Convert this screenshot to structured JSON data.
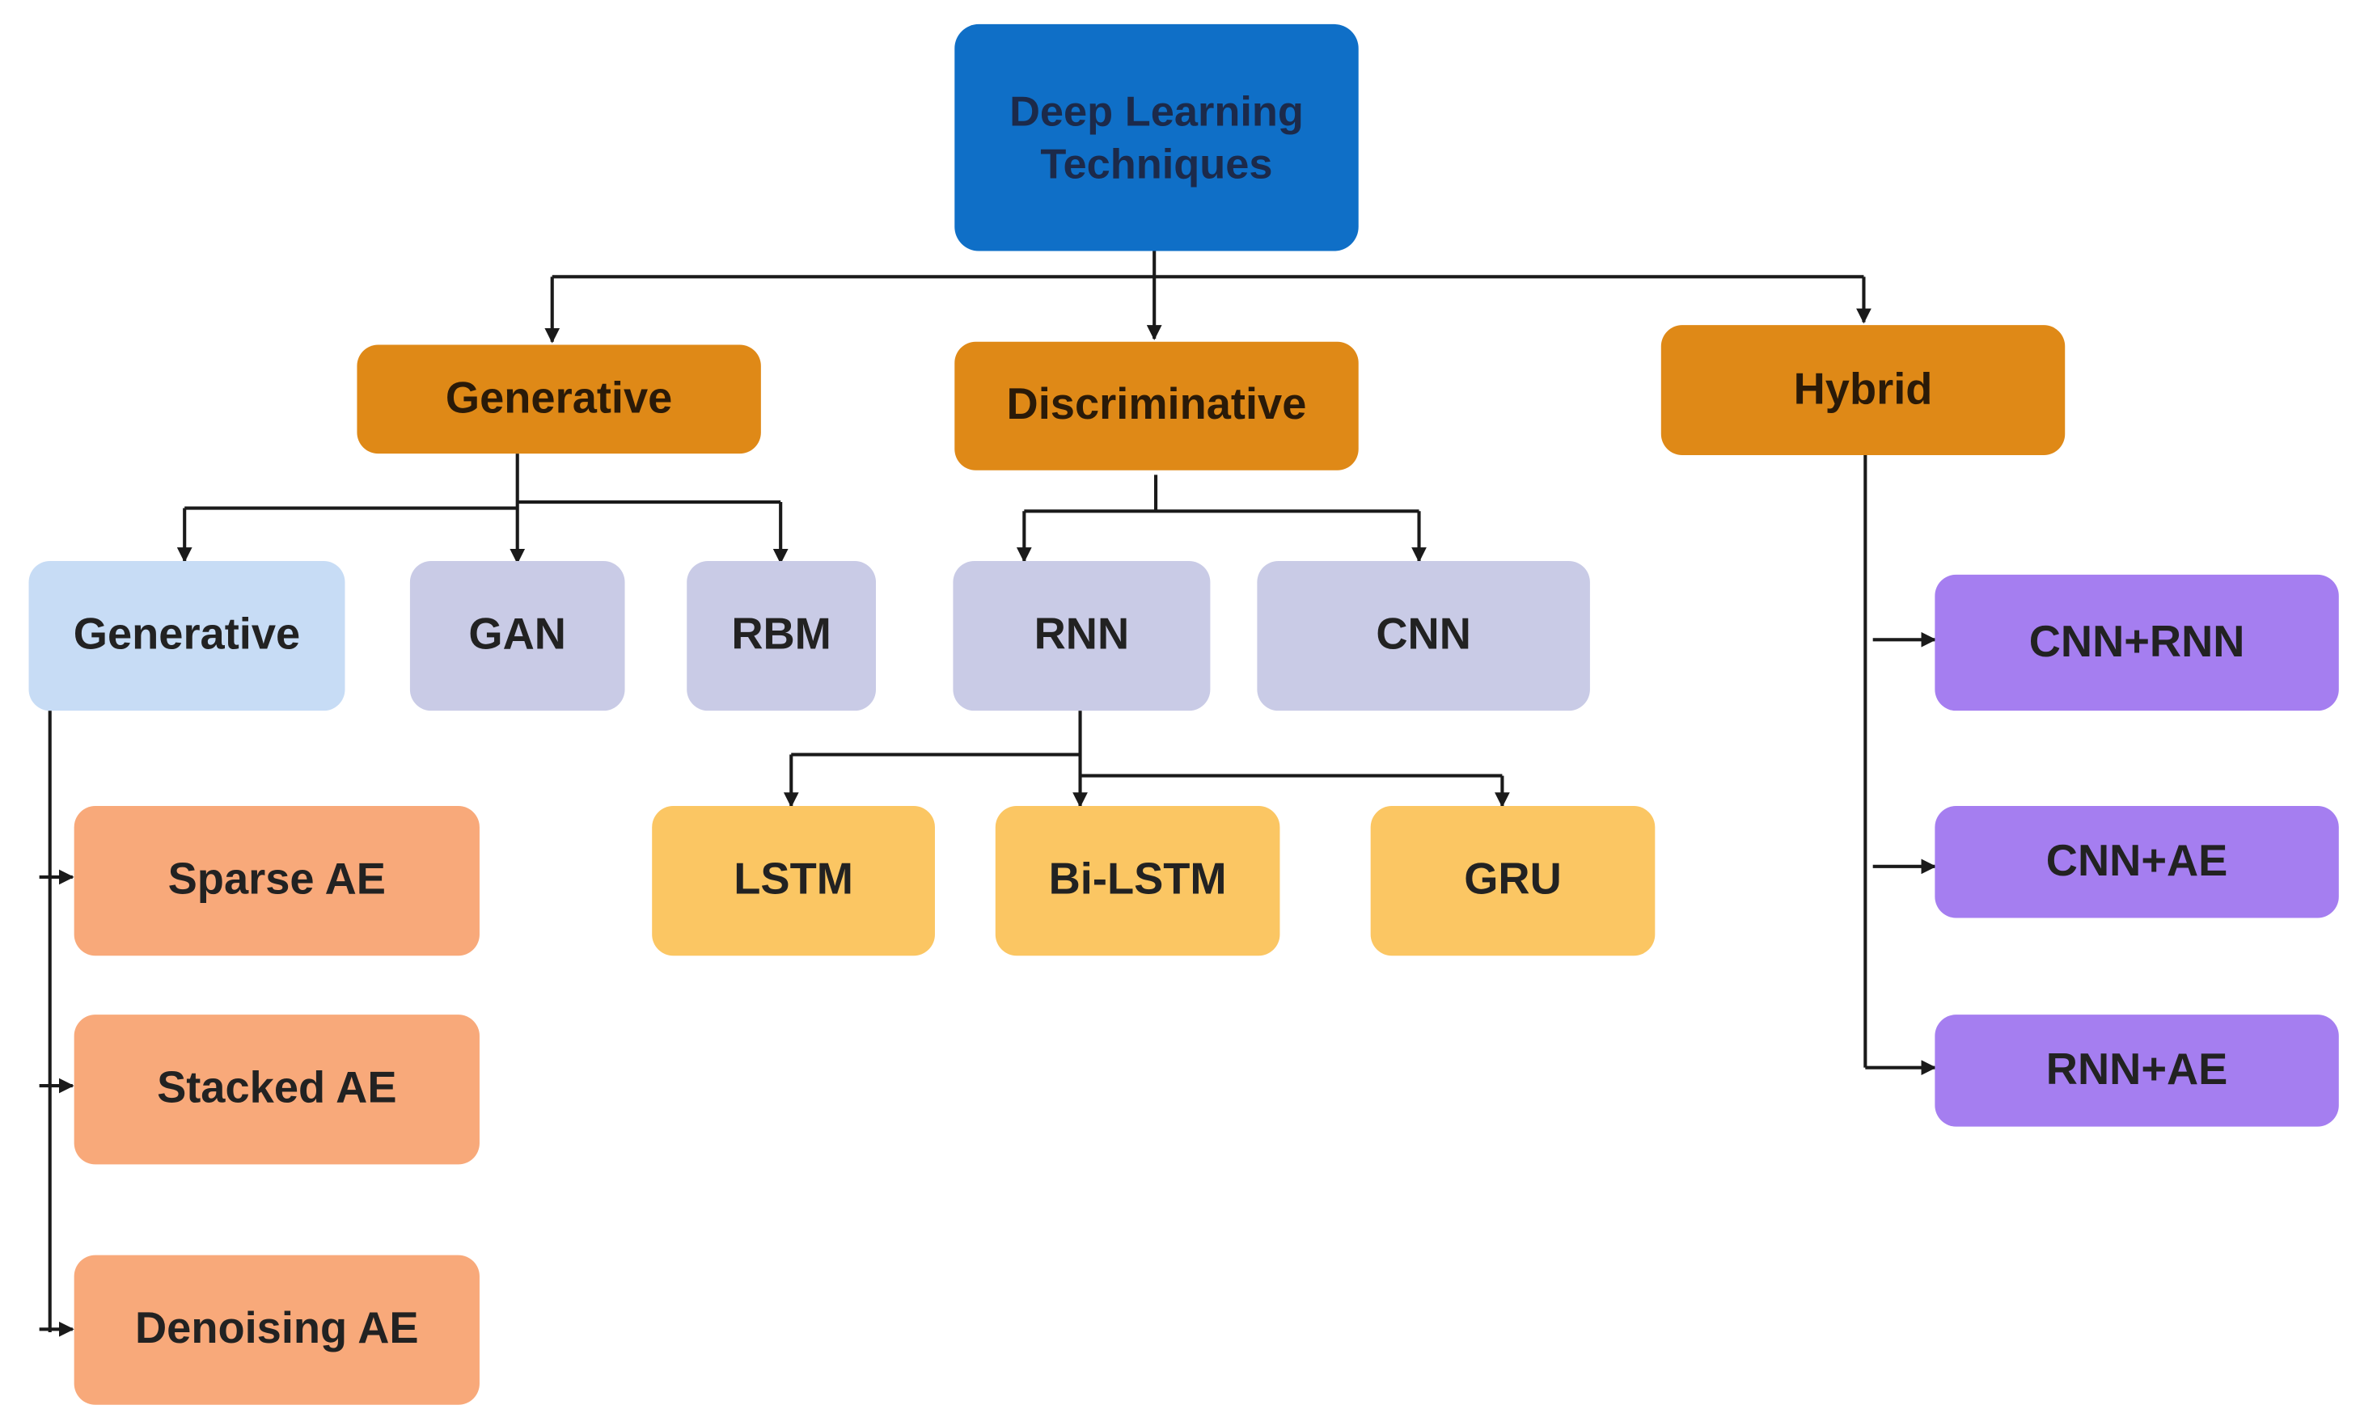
{
  "root": {
    "label": "Deep Learning Techniques"
  },
  "categories": {
    "generative": "Generative",
    "discriminative": "Discriminative",
    "hybrid": "Hybrid"
  },
  "generative_models": [
    "Generative",
    "GAN",
    "RBM"
  ],
  "autoencoders": [
    "Sparse AE",
    "Stacked AE",
    "Denoising AE"
  ],
  "discriminative_models": [
    "RNN",
    "CNN"
  ],
  "rnn_variants": [
    "LSTM",
    "Bi-LSTM",
    "GRU"
  ],
  "hybrid_models": [
    "CNN+RNN",
    "CNN+AE",
    "RNN+AE"
  ],
  "colors": {
    "root": "#0f6fc7",
    "category": "#df8917",
    "model": "#c9cbe6",
    "model_light": "#c7dcf5",
    "autoencoder": "#f8a97a",
    "rnn_variant": "#fbc663",
    "hybrid_model": "#a57ef0",
    "connector": "#1a1a1a"
  }
}
